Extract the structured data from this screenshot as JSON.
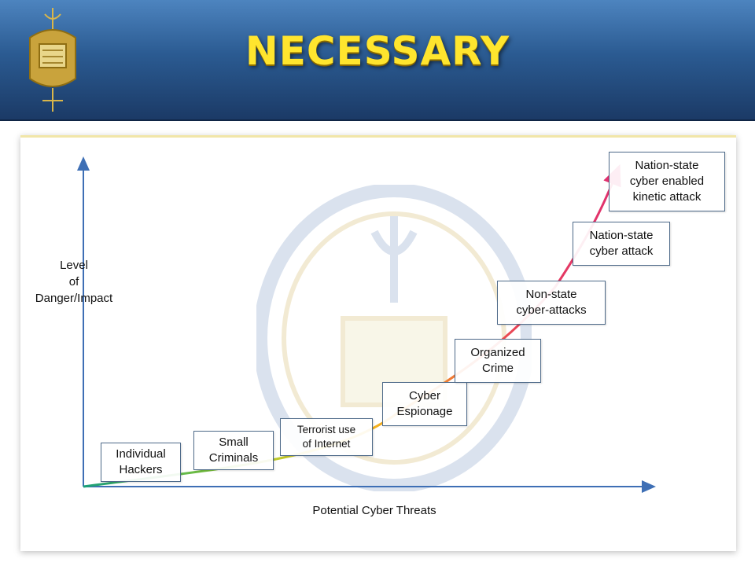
{
  "header": {
    "title": "NECESSARY"
  },
  "diagram": {
    "y_axis_label": "Level\nof\nDanger/Impact",
    "x_axis_label": "Potential Cyber Threats",
    "threats": [
      {
        "label": "Individual\nHackers"
      },
      {
        "label": "Small\nCriminals"
      },
      {
        "label": "Terrorist use\nof Internet"
      },
      {
        "label": "Cyber\nEspionage"
      },
      {
        "label": "Organized\nCrime"
      },
      {
        "label": "Non-state\ncyber-attacks"
      },
      {
        "label": "Nation-state\ncyber attack"
      },
      {
        "label": "Nation-state\ncyber enabled\nkinetic attack"
      }
    ],
    "curve_colors": [
      "#1aa07a",
      "#7cc23a",
      "#f0d020",
      "#f59a20",
      "#e8405a",
      "#e0306e"
    ],
    "axis_color": "#3e6fb5"
  }
}
